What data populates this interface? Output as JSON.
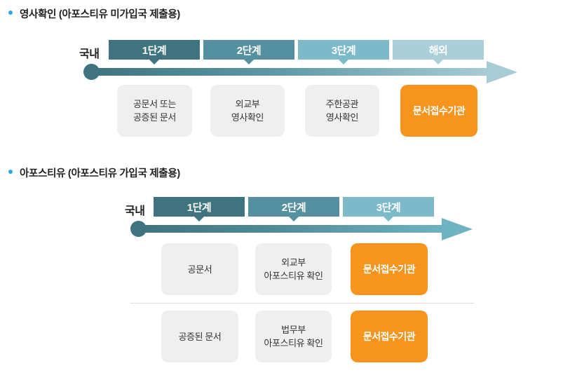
{
  "colors": {
    "bullet": "#2EA7E0",
    "step1": "#3E737F",
    "step2": "#5490A0",
    "step3": "#7CBAC9",
    "overseas_tab": "#AACFD9",
    "timeline_start": "#3E737F",
    "timeline1_end": "#A8CCD6",
    "timeline2_end": "#6FB3C0",
    "gray_box": "#EFEFEF",
    "orange_box": "#F7941E"
  },
  "sections": [
    {
      "title": "영사확인 (아포스티유 미가입국 제출용)",
      "region_label": "국내",
      "tabs": [
        {
          "label": "1단계"
        },
        {
          "label": "2단계"
        },
        {
          "label": "3단계"
        },
        {
          "label": "해외"
        }
      ],
      "rows": [
        {
          "boxes": [
            {
              "type": "gray",
              "lines": [
                "공문서 또는",
                "공증된 문서"
              ]
            },
            {
              "type": "gray",
              "lines": [
                "외교부",
                "영사확인"
              ]
            },
            {
              "type": "gray",
              "lines": [
                "주한공관",
                "영사확인"
              ]
            },
            {
              "type": "orange",
              "lines": [
                "문서접수기관"
              ]
            }
          ]
        }
      ]
    },
    {
      "title": "아포스티유 (아포스티유 가입국 제출용)",
      "region_label": "국내",
      "tabs": [
        {
          "label": "1단계"
        },
        {
          "label": "2단계"
        },
        {
          "label": "3단계"
        }
      ],
      "rows": [
        {
          "boxes": [
            {
              "type": "gray",
              "lines": [
                "공문서"
              ]
            },
            {
              "type": "gray",
              "lines": [
                "외교부",
                "아포스티유 확인"
              ]
            },
            {
              "type": "orange",
              "lines": [
                "문서접수기관"
              ]
            }
          ]
        },
        {
          "boxes": [
            {
              "type": "gray",
              "lines": [
                "공증된 문서"
              ]
            },
            {
              "type": "gray",
              "lines": [
                "법무부",
                "아포스티유 확인"
              ]
            },
            {
              "type": "orange",
              "lines": [
                "문서접수기관"
              ]
            }
          ]
        }
      ]
    }
  ]
}
